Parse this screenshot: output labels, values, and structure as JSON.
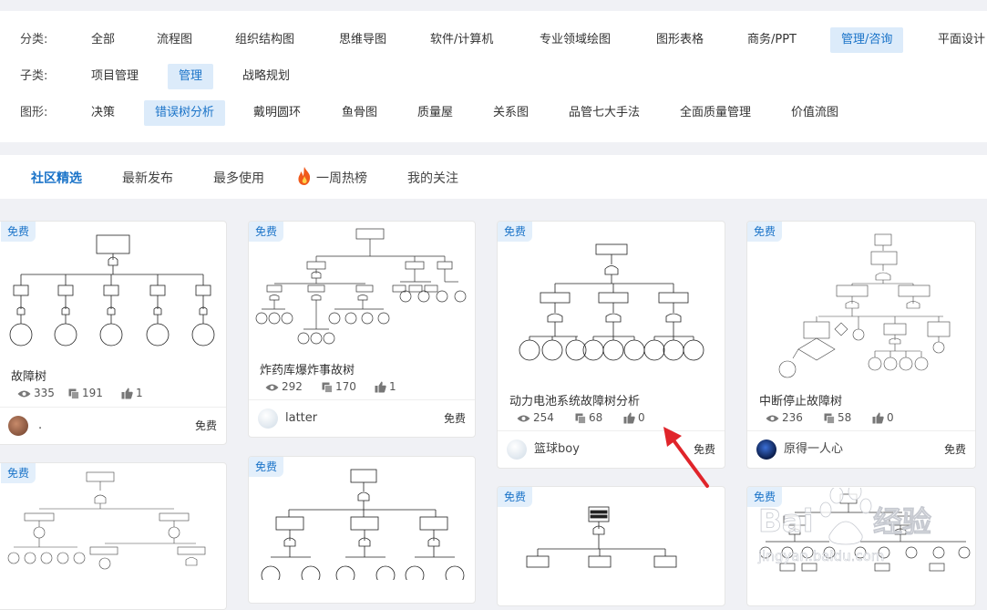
{
  "filters": {
    "category_label": "分类:",
    "subcategory_label": "子类:",
    "shape_label": "图形:",
    "categories": [
      "全部",
      "流程图",
      "组织结构图",
      "思维导图",
      "软件/计算机",
      "专业领域绘图",
      "图形表格",
      "商务/PPT",
      "管理/咨询",
      "平面设计"
    ],
    "subcategories": [
      "项目管理",
      "管理",
      "战略规划"
    ],
    "shapes": [
      "决策",
      "错误树分析",
      "戴明圆环",
      "鱼骨图",
      "质量屋",
      "关系图",
      "品管七大手法",
      "全面质量管理",
      "价值流图"
    ],
    "active_category": "管理/咨询",
    "active_subcategory": "管理",
    "active_shape": "错误树分析"
  },
  "tabs": {
    "items": [
      "社区精选",
      "最新发布",
      "最多使用",
      "一周热榜",
      "我的关注"
    ],
    "active": "社区精选"
  },
  "cards": [
    {
      "badge": "免费",
      "title": "故障树",
      "views": "335",
      "copies": "191",
      "likes": "1",
      "author": ".",
      "price": "免费"
    },
    {
      "badge": "免费",
      "title": "炸药库爆炸事故树",
      "views": "292",
      "copies": "170",
      "likes": "1",
      "author": "latter",
      "price": "免费"
    },
    {
      "badge": "免费",
      "title": "动力电池系统故障树分析",
      "views": "254",
      "copies": "68",
      "likes": "0",
      "author": "篮球boy",
      "price": "免费"
    },
    {
      "badge": "免费",
      "title": "中断停止故障树",
      "views": "236",
      "copies": "58",
      "likes": "0",
      "author": "原得一人心",
      "price": "免费"
    },
    {
      "badge": "免费"
    },
    {
      "badge": "免费"
    },
    {
      "badge": "免费"
    },
    {
      "badge": "免费"
    }
  ],
  "watermark": {
    "text": "Baidu经验",
    "url_text": "jingyan.baidu.com"
  },
  "colors": {
    "accent": "#1a73c8",
    "active_chip_bg": "#dcebfa",
    "badge_bg": "#e3effb",
    "arrow": "#e0242a"
  }
}
